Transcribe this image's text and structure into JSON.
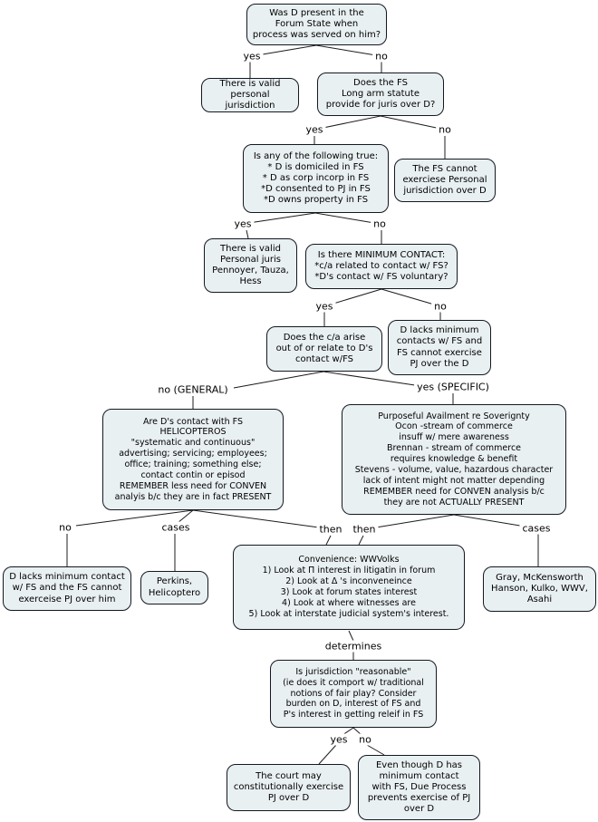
{
  "diagram": {
    "type": "flowchart",
    "topic": "Personal Jurisdiction decision tree",
    "colors": {
      "node_fill": "#e9f0f2",
      "node_border": "#141821",
      "line": "#1c1c1c",
      "background": "#ffffff",
      "text": "#000000"
    },
    "nodes": [
      {
        "id": "was-d-present",
        "text": "Was D present in the\nForum State when\nprocess was served on him?"
      },
      {
        "id": "valid-personal-jurisdiction",
        "text": "There is valid\npersonal jurisdiction"
      },
      {
        "id": "long-arm-statute",
        "text": "Does the FS\nLong arm statute\nprovide for juris over D?"
      },
      {
        "id": "is-any-true",
        "text": "Is any of the following true:\n* D is domiciled in FS\n* D as corp incorp in FS\n*D consented to PJ in FS\n*D owns property in FS"
      },
      {
        "id": "fs-cannot-exercise",
        "text": "The FS cannot\nexerciese Personal\njurisdiction over D"
      },
      {
        "id": "valid-pj-pennoyer",
        "text": "There is valid\nPersonal juris\nPennoyer, Tauza,\nHess"
      },
      {
        "id": "minimum-contact",
        "text": "Is there MINIMUM CONTACT:\n*c/a related to contact w/ FS?\n*D's contact w/ FS voluntary?"
      },
      {
        "id": "ca-arise",
        "text": "Does the c/a arise\nout of or relate to D's\ncontact w/FS"
      },
      {
        "id": "d-lacks-min-contacts",
        "text": "D lacks minimum\ncontacts w/ FS and\nFS cannot exercise\nPJ over the D"
      },
      {
        "id": "general-contacts",
        "text": "Are D's contact with FS\nHELICOPTEROS\n\"systematic and continuous\"\nadvertising; servicing; employees;\noffice; training; something else;\ncontact contin or episod\nREMEMBER less need for CONVEN\nanalyis b/c they are in fact PRESENT"
      },
      {
        "id": "purposeful-availment",
        "text": "Purposeful Availment re Soverignty\nOcon -stream of commerce\ninsuff w/ mere awareness\nBrennan - stream of commerce\nrequires knowledge & benefit\nStevens - volume, value, hazardous character\nlack of intent might not matter depending\nREMEMBER need for CONVEN analysis b/c\nthey are not ACTUALLY PRESENT"
      },
      {
        "id": "d-lacks-no-pj",
        "text": "D lacks minimum contact\nw/ FS and the FS cannot\nexerceise PJ over him"
      },
      {
        "id": "perkins-cases",
        "text": "Perkins,\nHelicoptero"
      },
      {
        "id": "convenience-factors",
        "text": "Convenience: WWVolks\n1) Look at Π interest in litigatin in forum\n2) Look at Δ 's inconveneince\n3) Look at forum states interest\n4) Look at where witnesses are\n5) Look at interstate judicial system's interest."
      },
      {
        "id": "specific-cases",
        "text": "Gray, McKensworth\nHanson, Kulko, WWV,\nAsahi"
      },
      {
        "id": "reasonableness",
        "text": "Is jurisdiction \"reasonable\"\n(ie does it comport w/ traditional\nnotions of fair play?  Consider\nburden on D, interest of FS and\nP's interest in getting releif in FS"
      },
      {
        "id": "court-may-exercise",
        "text": "The court may\nconstitutionally exercise\nPJ over D"
      },
      {
        "id": "due-process-prevents",
        "text": "Even though D has\nminimum contact\nwith FS, Due Process\nprevents exercise of PJ\nover D"
      }
    ],
    "edge_labels": [
      {
        "text": "yes"
      },
      {
        "text": "no"
      },
      {
        "text": "yes"
      },
      {
        "text": "no"
      },
      {
        "text": "yes"
      },
      {
        "text": "no"
      },
      {
        "text": "yes"
      },
      {
        "text": "no"
      },
      {
        "text": "no (GENERAL)"
      },
      {
        "text": "yes (SPECIFIC)"
      },
      {
        "text": "no"
      },
      {
        "text": "cases"
      },
      {
        "text": "then"
      },
      {
        "text": "then"
      },
      {
        "text": "cases"
      },
      {
        "text": "determines"
      },
      {
        "text": "yes"
      },
      {
        "text": "no"
      }
    ]
  }
}
